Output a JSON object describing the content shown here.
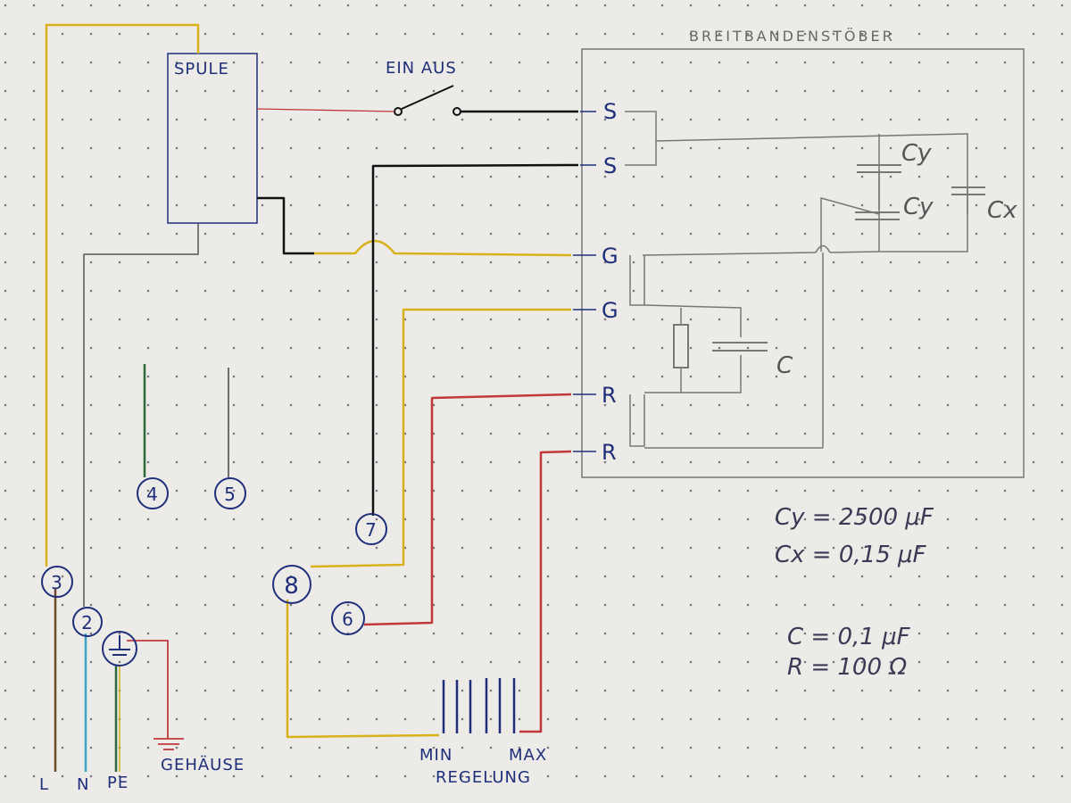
{
  "title": "BREITBANDENSTÖBER",
  "labels": {
    "coil": "SPULE",
    "switch": "EIN AUS",
    "regulator_min": "MIN",
    "regulator_max": "MAX",
    "regulator": "REGELUNG",
    "housing": "GEHÄUSE",
    "line": "L",
    "neutral": "N",
    "earth": "PE"
  },
  "pins": [
    "S",
    "S",
    "G",
    "G",
    "R",
    "R"
  ],
  "terminals": [
    "4",
    "5",
    "7",
    "3",
    "8",
    "6",
    "2"
  ],
  "components": {
    "cy_top": "Cy",
    "cy_bottom": "Cy",
    "cx": "Cx",
    "c": "C"
  },
  "formulas": {
    "cy": "Cy = 2500 μF",
    "cx": "Cx = 0,15 μF",
    "c": "C = 0,1 μF",
    "r": "R = 100 Ω"
  },
  "colors": {
    "yellow": "#d8b21a",
    "red": "#c0393b",
    "black": "#111111",
    "blue": "#1f2f7a",
    "green": "#2e6b3a",
    "brown": "#6b4a2a",
    "lightblue": "#3aa4c8",
    "gray": "#666666"
  }
}
